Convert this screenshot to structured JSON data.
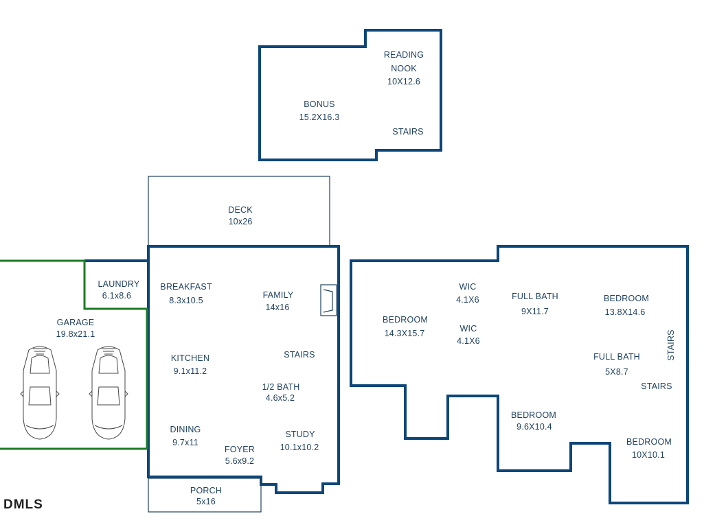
{
  "brand": {
    "logo_text": "DMLS"
  },
  "upper_level": {
    "reading_nook": {
      "name_line1": "READING",
      "name_line2": "NOOK",
      "size": "10X12.6"
    },
    "bonus": {
      "name": "BONUS",
      "size": "15.2X16.3"
    },
    "stairs": "STAIRS"
  },
  "main_level": {
    "deck": {
      "name": "DECK",
      "size": "10x26"
    },
    "laundry": {
      "name": "LAUNDRY",
      "size": "6.1x8.6"
    },
    "breakfast": {
      "name": "BREAKFAST",
      "size": "8.3x10.5"
    },
    "family": {
      "name": "FAMILY",
      "size": "14x16"
    },
    "garage": {
      "name": "GARAGE",
      "size": "19.8x21.1"
    },
    "kitchen": {
      "name": "KITCHEN",
      "size": "9.1x11.2"
    },
    "stairs": "STAIRS",
    "half_bath": {
      "name": "1/2 BATH",
      "size": "4.6x5.2"
    },
    "dining": {
      "name": "DINING",
      "size": "9.7x11"
    },
    "foyer": {
      "name": "FOYER",
      "size": "5.6x9.2"
    },
    "study": {
      "name": "STUDY",
      "size": "10.1x10.2"
    },
    "porch": {
      "name": "PORCH",
      "size": "5x16"
    }
  },
  "second_level": {
    "bedroom_left": {
      "name": "BEDROOM",
      "size": "14.3X15.7"
    },
    "wic_top": {
      "name": "WIC",
      "size": "4.1X6"
    },
    "wic_bottom": {
      "name": "WIC",
      "size": "4.1X6"
    },
    "full_bath_top": {
      "name": "FULL BATH",
      "size": "9X11.7"
    },
    "bedroom_top_right": {
      "name": "BEDROOM",
      "size": "13.8X14.6"
    },
    "stairs_vertical": "STAIRS",
    "full_bath_right": {
      "name": "FULL BATH",
      "size": "5X8.7"
    },
    "stairs": "STAIRS",
    "bedroom_bottom_middle": {
      "name": "BEDROOM",
      "size": "9.6X10.4"
    },
    "bedroom_bottom_right": {
      "name": "BEDROOM",
      "size": "10X10.1"
    }
  },
  "colors": {
    "wall": "#0d4679",
    "garage": "#1c7a23",
    "text": "#1d3f5f"
  }
}
